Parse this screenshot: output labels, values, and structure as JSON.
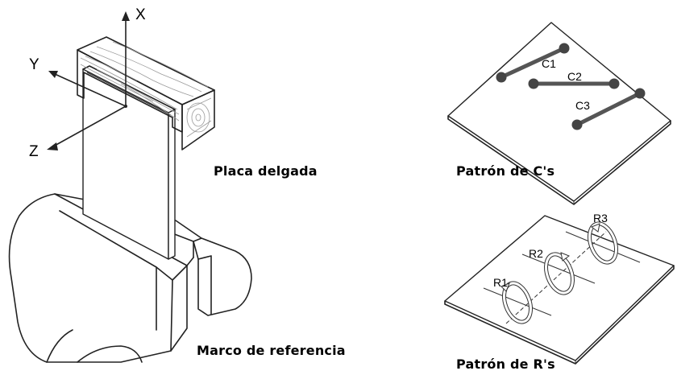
{
  "axes": {
    "x": "X",
    "y": "Y",
    "z": "Z"
  },
  "captions": {
    "placa": "Placa delgada",
    "marco": "Marco de referencia",
    "patron_c": "Patrón de C's",
    "patron_r": "Patrón de R's"
  },
  "c_pattern": {
    "labels": [
      "C1",
      "C2",
      "C3"
    ]
  },
  "r_pattern": {
    "labels": [
      "R1",
      "R2",
      "R3"
    ]
  },
  "colors": {
    "ink": "#222222",
    "pattern_line": "#555555",
    "pattern_dot": "#444444"
  }
}
